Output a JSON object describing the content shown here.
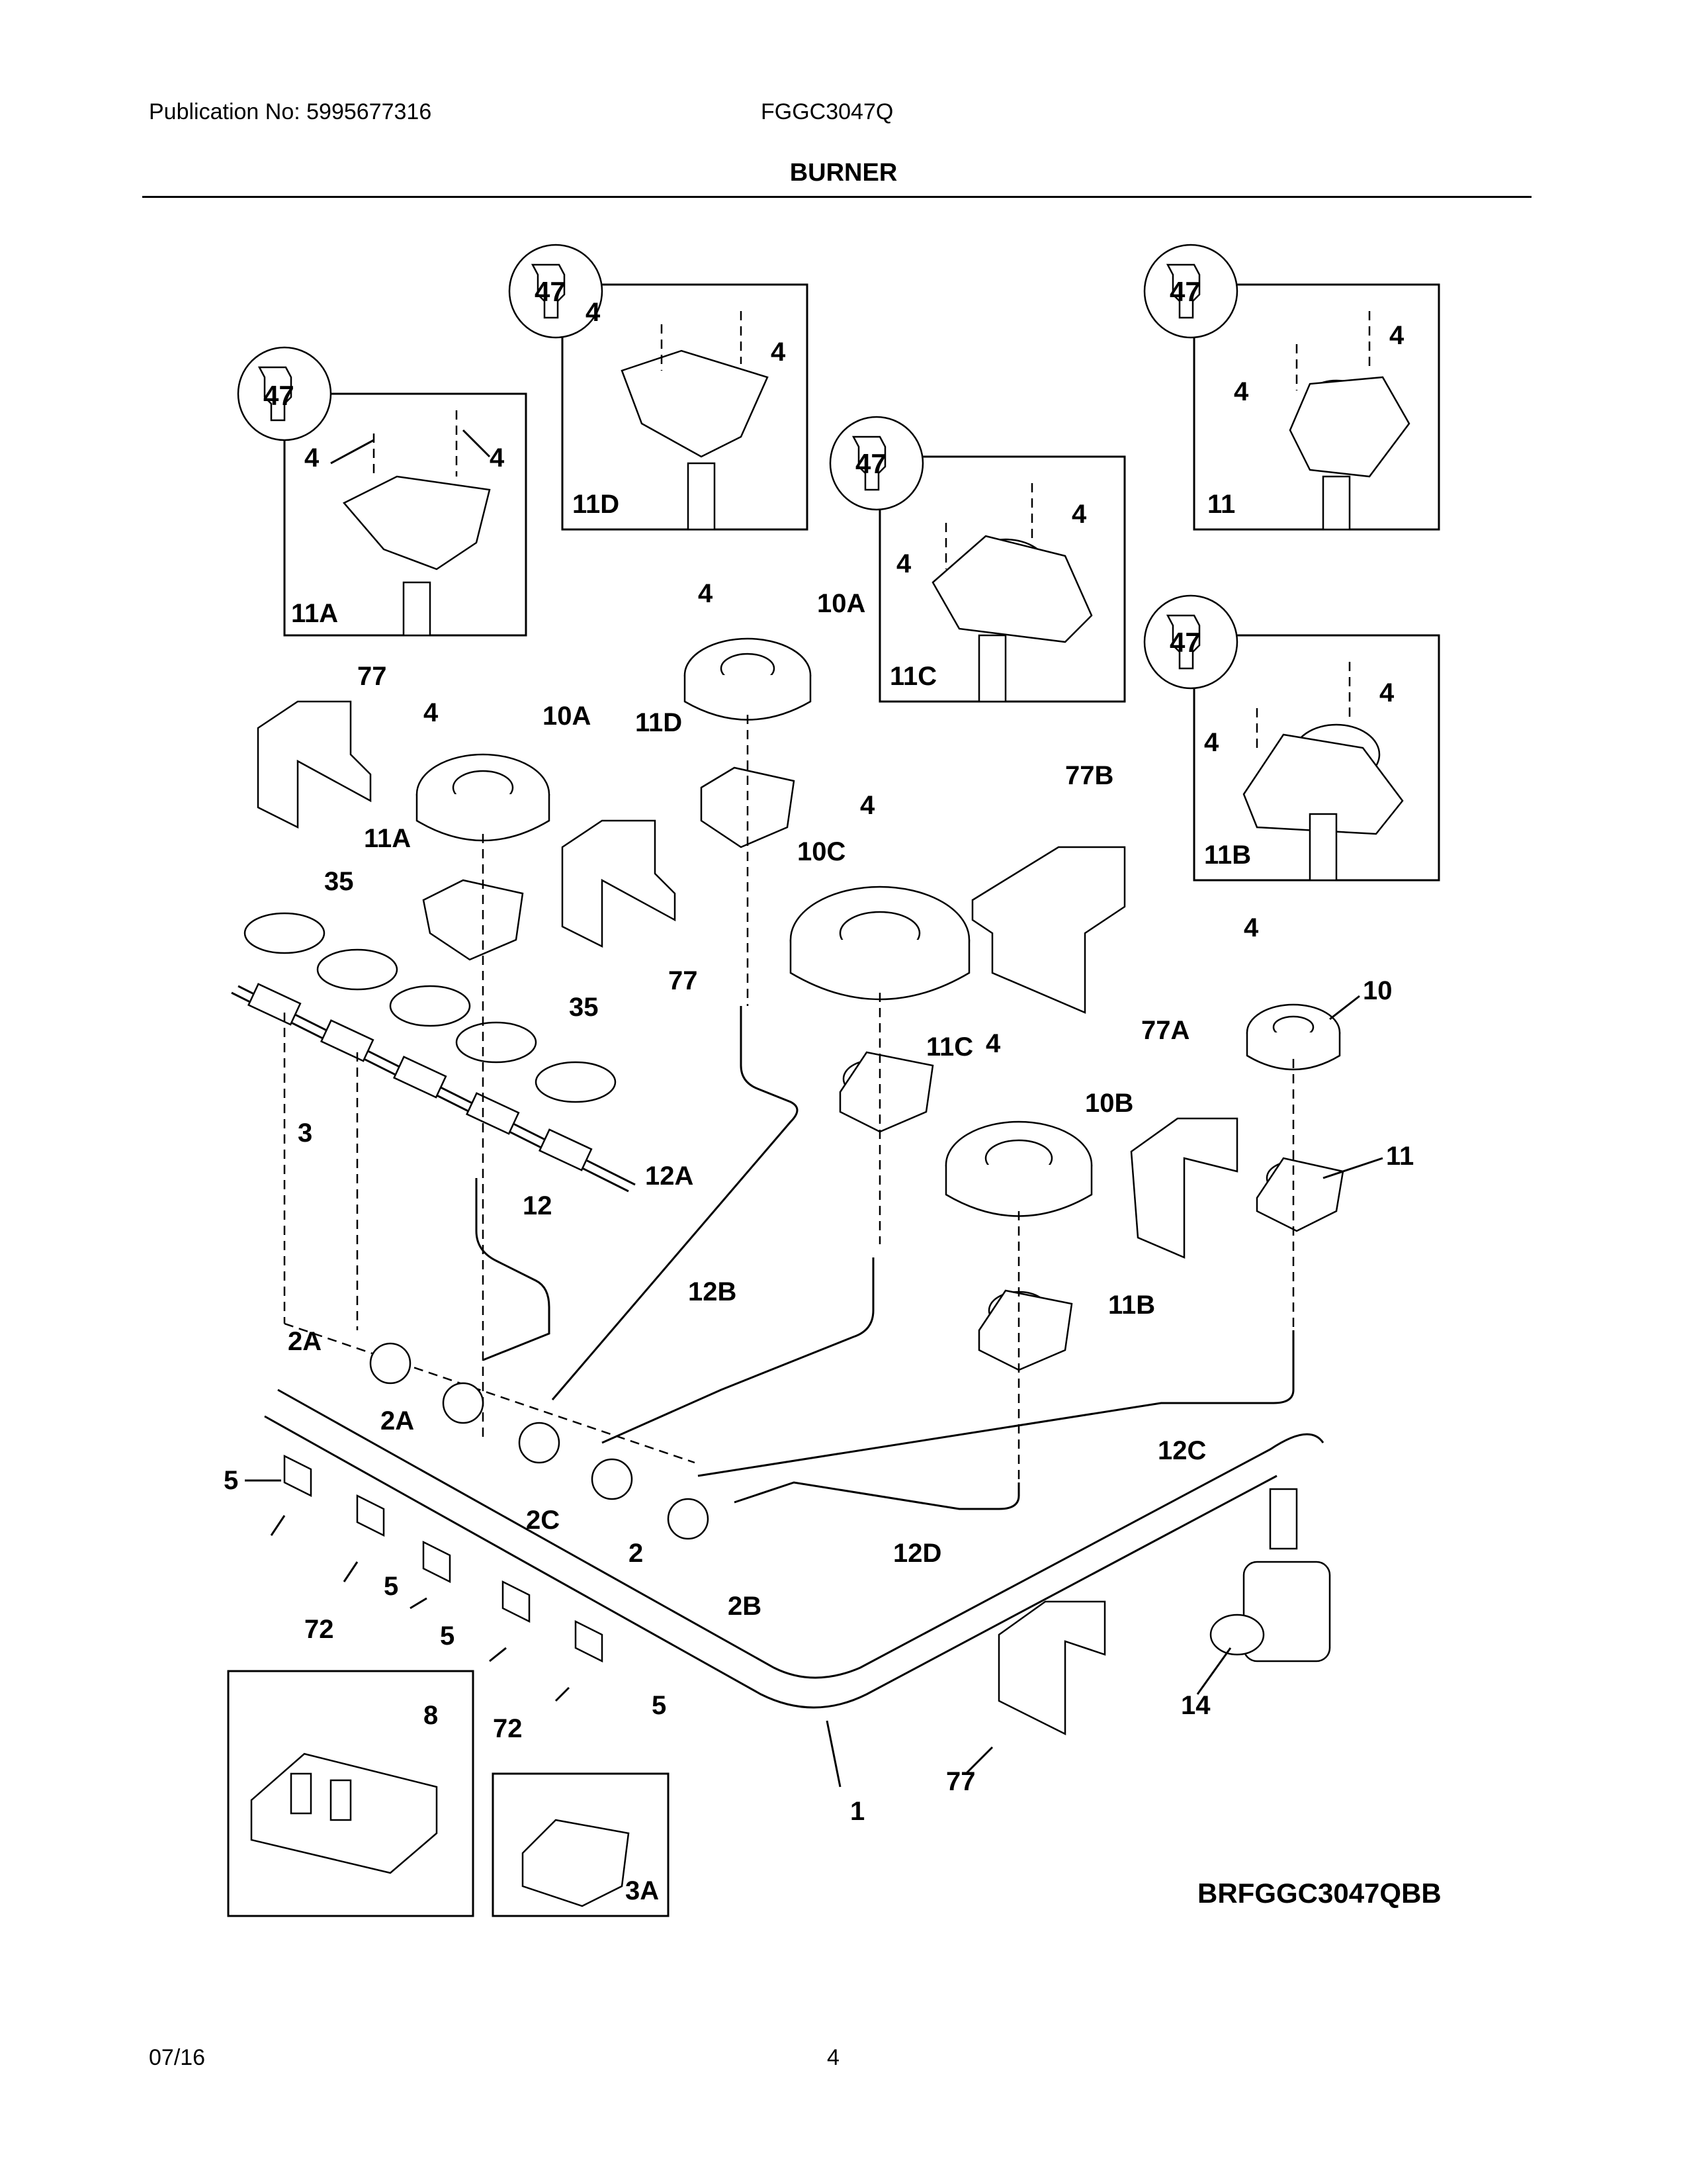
{
  "header": {
    "publication": "Publication No: 5995677316",
    "model": "FGGC3047Q",
    "section_title": "BURNER"
  },
  "footer": {
    "date": "07/16",
    "page_number": "4"
  },
  "diagram_code": "BRFGGC3047QBB",
  "part_labels": {
    "p1": "1",
    "p2": "2",
    "p2A": "2A",
    "p2B": "2B",
    "p2C": "2C",
    "p3": "3",
    "p3A": "3A",
    "p4": "4",
    "p5": "5",
    "p8": "8",
    "p10": "10",
    "p10A": "10A",
    "p10B": "10B",
    "p10C": "10C",
    "p11": "11",
    "p11A": "11A",
    "p11B": "11B",
    "p11C": "11C",
    "p11D": "11D",
    "p12": "12",
    "p12A": "12A",
    "p12B": "12B",
    "p12C": "12C",
    "p12D": "12D",
    "p14": "14",
    "p35": "35",
    "p47": "47",
    "p72": "72",
    "p77": "77",
    "p77A": "77A",
    "p77B": "77B"
  }
}
